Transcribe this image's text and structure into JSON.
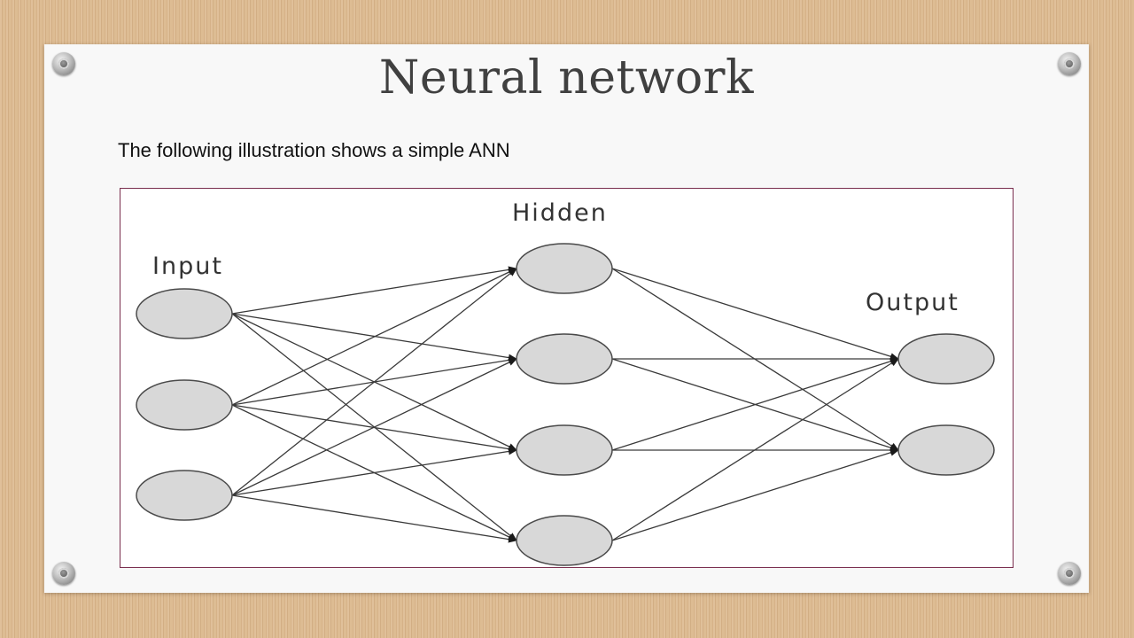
{
  "slide": {
    "title": "Neural network",
    "subtitle": "The following illustration shows a simple ANN"
  },
  "diagram": {
    "labels": {
      "input": "Input",
      "hidden": "Hidden",
      "output": "Output"
    },
    "layers": [
      {
        "name": "input",
        "count": 3
      },
      {
        "name": "hidden",
        "count": 4
      },
      {
        "name": "output",
        "count": 2
      }
    ],
    "connections": "fully-connected",
    "colors": {
      "node_fill": "#d8d8d8",
      "node_stroke": "#4a4a4a",
      "edge": "#3a3a3a",
      "frame": "#7a2e4e"
    }
  }
}
